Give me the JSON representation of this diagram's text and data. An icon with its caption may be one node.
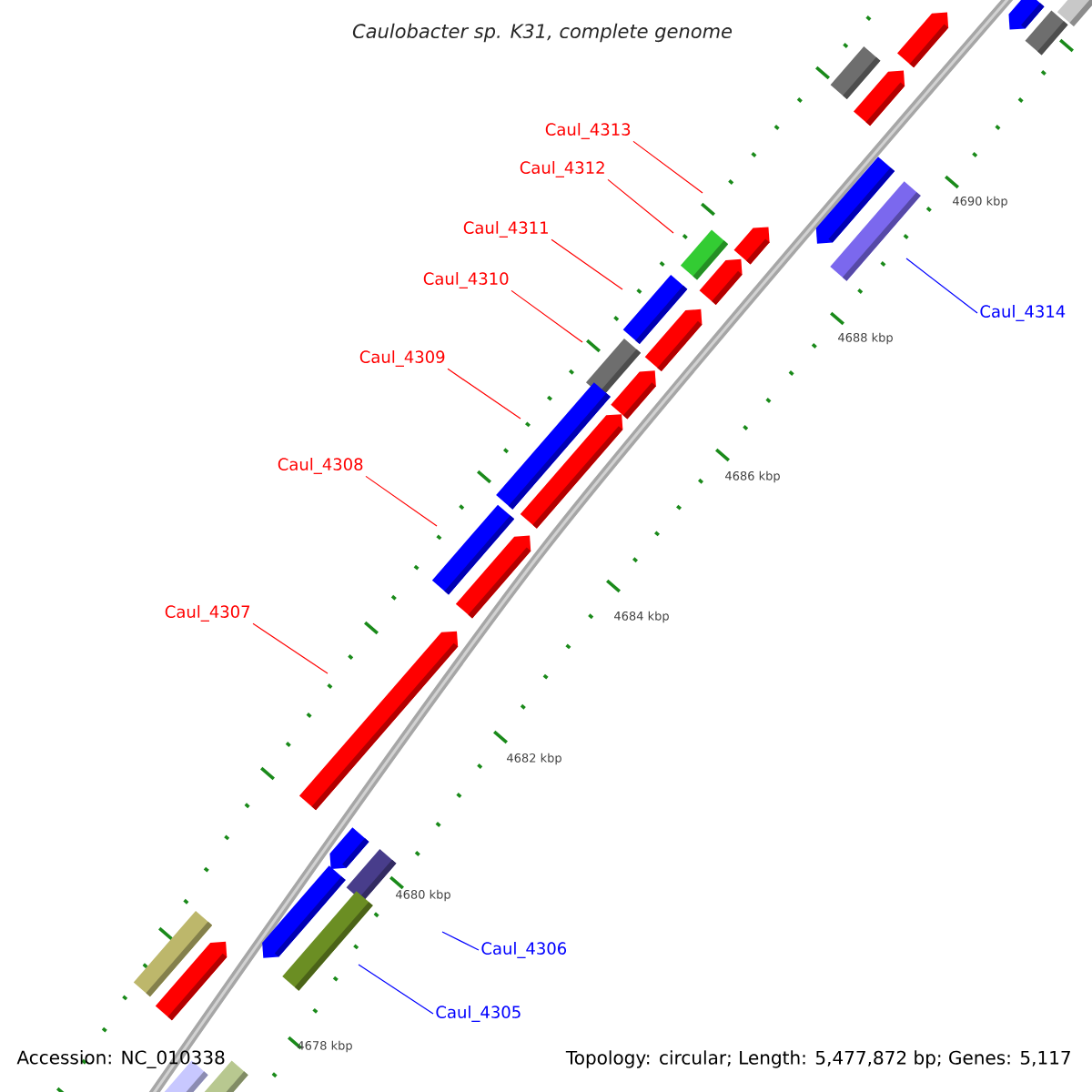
{
  "diagram": {
    "title": "Caulobacter sp. K31, complete genome",
    "nodes": [
      {
        "text": [
          "Caul_4313"
        ]
      },
      {
        "text": [
          "Caul_4312"
        ]
      },
      {
        "text": [
          "Caul_4314"
        ]
      },
      {
        "text": [
          "Caul_4311"
        ]
      },
      {
        "text": [
          "Caul_4310"
        ]
      },
      {
        "text": [
          "Caul_4309"
        ]
      },
      {
        "text": [
          "Caul_4308"
        ]
      },
      {
        "text": [
          "Caul_4307"
        ]
      },
      {
        "text": [
          "Caul_4306"
        ]
      },
      {
        "text": [
          "Caul_4305"
        ]
      }
    ],
    "edges": [
      {
        "from": 0,
        "to": null,
        "arrow": "none"
      },
      {
        "from": 1,
        "to": null,
        "arrow": "none"
      },
      {
        "from": 2,
        "to": null,
        "arrow": "none",
        "color": "#0000ff"
      },
      {
        "from": 3,
        "to": null,
        "arrow": "none"
      },
      {
        "from": 4,
        "to": null,
        "arrow": "none"
      },
      {
        "from": 5,
        "to": null,
        "arrow": "none"
      },
      {
        "from": 6,
        "to": null,
        "arrow": "none"
      },
      {
        "from": 7,
        "to": null,
        "arrow": "none"
      },
      {
        "from": 8,
        "to": null,
        "arrow": "none",
        "color": "#0000ff"
      },
      {
        "from": 9,
        "to": null,
        "arrow": "none",
        "color": "#0000ff"
      }
    ],
    "labels": [
      "4690 kbp",
      "4688 kbp",
      "4686 kbp",
      "4684 kbp",
      "4682 kbp",
      "4680 kbp",
      "4678 kbp",
      "Accession: NC_010338",
      "Topology: circular; Length: 5,477,872 bp; Genes: 5,117"
    ]
  }
}
